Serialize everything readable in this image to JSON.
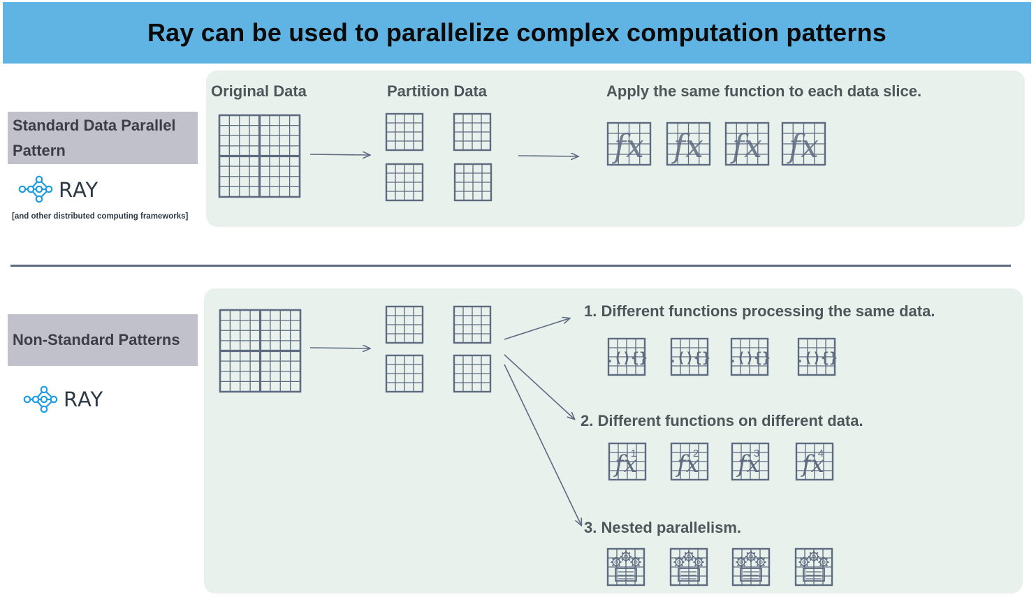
{
  "title": "Ray can be used to parallelize complex computation patterns",
  "standard": {
    "label": "Standard Data Parallel Pattern",
    "logo_text": "RAY",
    "note": "[and other distributed computing frameworks]",
    "steps": {
      "original": "Original Data",
      "partition": "Partition Data",
      "apply": "Apply the same function to each data slice."
    }
  },
  "nonstandard": {
    "label": "Non-Standard Patterns",
    "logo_text": "RAY",
    "patterns": [
      "1. Different functions processing the same data.",
      "2. Different functions on different data.",
      "3. Nested parallelism."
    ],
    "numbered_function_labels": [
      "1",
      "2",
      "3",
      "4"
    ]
  },
  "icons": {
    "function": "function-fx-icon",
    "code": "code-braces-icon",
    "nested": "nested-gears-icon",
    "grid": "data-grid-icon",
    "logo": "ray-logo-icon"
  },
  "colors": {
    "banner": "#5fb4e4",
    "panel": "#e8f1ec",
    "label_box": "#c1c1cb",
    "grid_stroke": "#5d6a80",
    "ray_blue": "#1d9be5"
  }
}
